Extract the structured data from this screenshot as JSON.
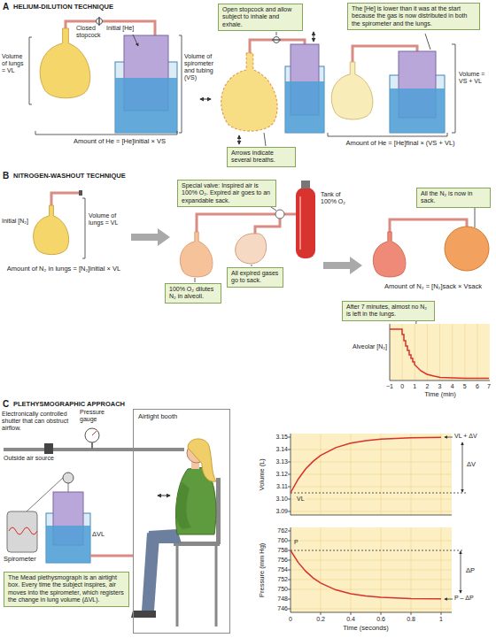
{
  "diagram": {
    "nodes": [
      {
        "text": [
          "Open stopcock and allow subject to inhale and exhale."
        ]
      },
      {
        "text": [
          "Arrows indicate several breaths."
        ]
      },
      {
        "text": [
          "The [He] is lower than it was at the start because the gas is now distributed in both the spirometer and the lungs."
        ]
      },
      {
        "text": [
          "Special valve: Inspired air is 100% O₂. Expired air goes to an expandable sack."
        ]
      },
      {
        "text": [
          "100% O₂ dilutes N₂ in alveoli."
        ]
      },
      {
        "text": [
          "All expired gases go to sack."
        ]
      },
      {
        "text": [
          "All the N₂ is now in sack."
        ]
      },
      {
        "text": [
          "After 7 minutes, almost no N₂ is left in the lungs."
        ]
      },
      {
        "text": [
          "Airtight booth"
        ]
      },
      {
        "text": [
          "The Mead plethysmograph is an airtight box. Every time the subject inspires, air moves into the spirometer, which registers the change in lung volume (ΔVL)."
        ]
      }
    ],
    "labels": [
      "A",
      "HELIUM-DILUTION TECHNIQUE",
      "Closed stopcock",
      "Initial [He]",
      "Volume of lungs = VL",
      "Volume of spirometer and tubing (VS)",
      "Amount of He = [He]initial × VS",
      "Volume = VS + VL",
      "Amount of He = [He]final × (VS + VL)",
      "B",
      "NITROGEN-WASHOUT TECHNIQUE",
      "Initial [N₂]",
      "Volume of lungs = VL",
      "Amount of N₂ in lungs = [N₂]initial × VL",
      "Tank of 100% O₂",
      "Amount of N₂ = [N₂]sack × Vsack",
      "Alveolar [N₂]",
      "−1",
      "0",
      "1",
      "2",
      "3",
      "4",
      "5",
      "6",
      "7",
      "Time (min)",
      "C",
      "PLETHYSMOGRAPHIC APPROACH",
      "Electronically controlled shutter that can obstruct airflow.",
      "Pressure gauge",
      "Outside air source",
      "ΔVL",
      "Spirometer",
      "Volume (L)",
      "3.15",
      "3.14",
      "3.13",
      "3.12",
      "3.11",
      "3.10",
      "3.09",
      "VL + ΔV",
      "ΔV",
      "VL",
      "Pressure (mm Hg)",
      "762",
      "760",
      "758",
      "756",
      "754",
      "752",
      "750",
      "748",
      "746",
      "P",
      "ΔP",
      "P – ΔP",
      "0",
      "0.2",
      "0.4",
      "0.6",
      "0.8",
      "1",
      "Time (seconds)"
    ]
  }
}
